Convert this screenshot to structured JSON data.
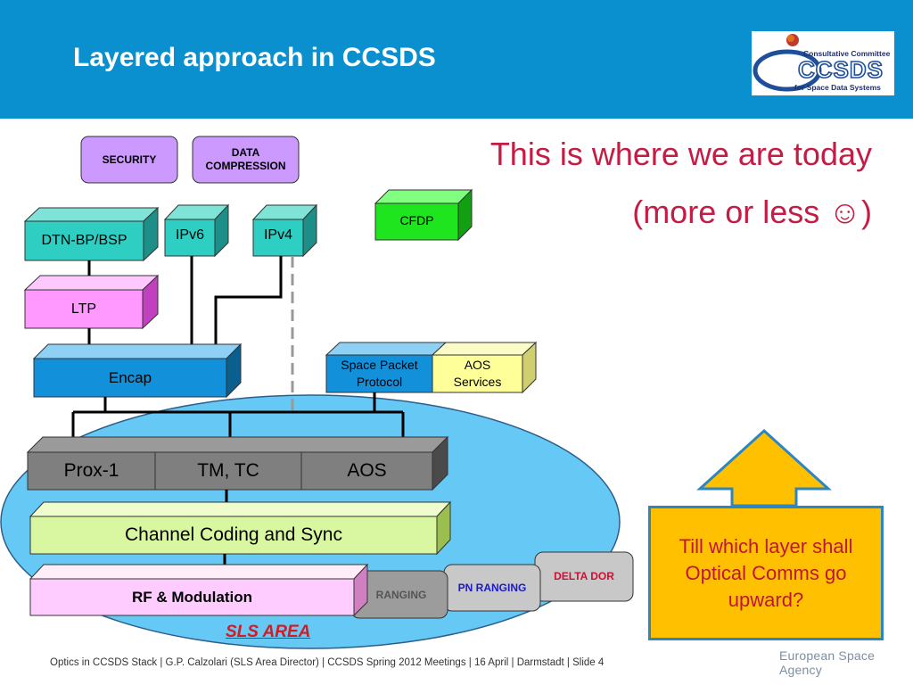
{
  "slide": {
    "title": "Layered approach in CCSDS",
    "headline_1": "This is where we are today",
    "headline_2": "(more or less ☺)",
    "question": "Till which layer shall Optical Comms go upward?",
    "footer": "Optics in CCSDS Stack | G.P. Calzolari (SLS Area Director) | CCSDS Spring 2012 Meetings | 16 April | Darmstadt | Slide 4",
    "agency": "European Space Agency",
    "area_label": "SLS AREA"
  },
  "logo": {
    "line1": "Consultative Committee",
    "acronym": "CCSDS",
    "line2": "for Space Data Systems"
  },
  "blocks": {
    "security": "SECURITY",
    "data_compression_1": "DATA",
    "data_compression_2": "COMPRESSION",
    "dtn": "DTN-BP/BSP",
    "ipv6": "IPv6",
    "ipv4": "IPv4",
    "cfdp": "CFDP",
    "ltp": "LTP",
    "encap": "Encap",
    "spp_1": "Space Packet",
    "spp_2": "Protocol",
    "aos_services_1": "AOS",
    "aos_services_2": "Services",
    "prox1": "Prox-1",
    "tmtc": "TM, TC",
    "aos": "AOS",
    "channel_coding": "Channel Coding and Sync",
    "rf_modulation": "RF & Modulation",
    "ranging": "RANGING",
    "pn_ranging": "PN RANGING",
    "delta_dor": "DELTA DOR"
  },
  "colors": {
    "header": "#0a8fcf",
    "headline": "#c41d45",
    "sls_ellipse": "#66c8f5",
    "question_fill": "#ffc000"
  }
}
